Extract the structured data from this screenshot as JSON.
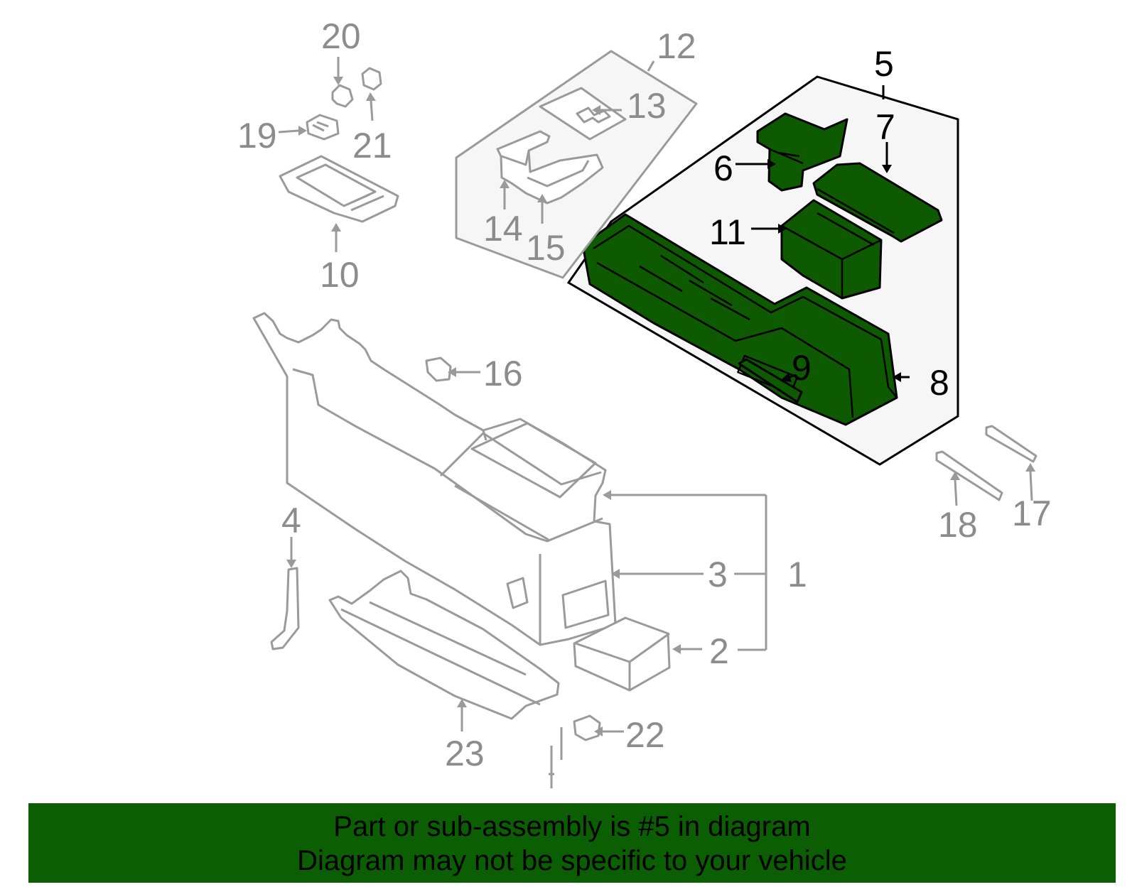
{
  "callouts": {
    "c1": "1",
    "c2": "2",
    "c3": "3",
    "c4": "4",
    "c5": "5",
    "c6": "6",
    "c7": "7",
    "c8": "8",
    "c9": "9",
    "c10": "10",
    "c11": "11",
    "c12": "12",
    "c13": "13",
    "c14": "14",
    "c15": "15",
    "c16": "16",
    "c17": "17",
    "c18": "18",
    "c19": "19",
    "c20": "20",
    "c21": "21",
    "c22": "22",
    "c23": "23"
  },
  "highlight": {
    "part_number": "5",
    "fill_color": "#0d5a00",
    "group_background": "#f6f6f6"
  },
  "colors": {
    "unselected_parts": "#9a9a9a",
    "banner": "#0b5e02"
  },
  "footer": {
    "line1": "Part or sub-assembly is #5 in diagram",
    "line2": "Diagram may not be specific to your vehicle"
  }
}
